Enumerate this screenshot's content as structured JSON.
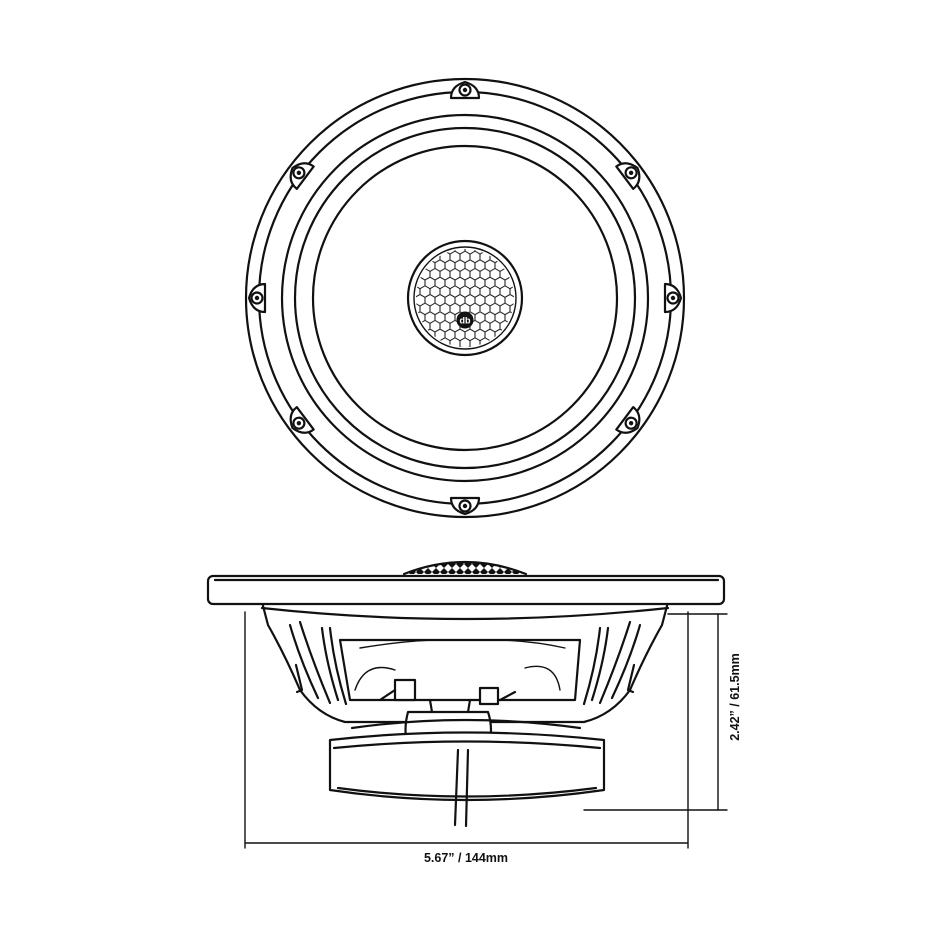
{
  "dimensions": {
    "width": "5.67” / 144mm",
    "height": "2.42” / 61.5mm"
  },
  "logo": {
    "text": "db"
  },
  "colors": {
    "line": "#111111",
    "background": "#ffffff"
  }
}
